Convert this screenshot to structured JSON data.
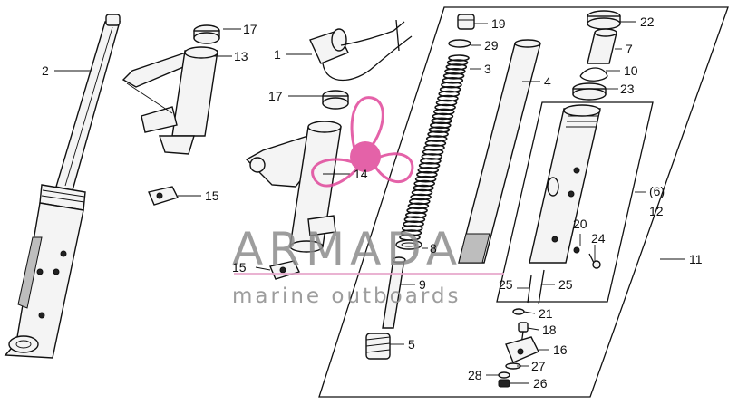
{
  "callouts": {
    "c1": "1",
    "c2": "2",
    "c3": "3",
    "c4": "4",
    "c5": "5",
    "c6": "(6)",
    "c7": "7",
    "c8": "8",
    "c9": "9",
    "c10": "10",
    "c11": "11",
    "c12": "12",
    "c13": "13",
    "c14": "14",
    "c15a": "15",
    "c15b": "15",
    "c16": "16",
    "c17a": "17",
    "c17b": "17",
    "c18": "18",
    "c19": "19",
    "c20": "20",
    "c21": "21",
    "c22": "22",
    "c23": "23",
    "c24": "24",
    "c25a": "25",
    "c25b": "25",
    "c26": "26",
    "c27": "27",
    "c28": "28",
    "c29": "29"
  },
  "watermark": {
    "brand": "ARMADA",
    "tagline": "marine outboards",
    "colors": {
      "logo_pink": "#e0479a",
      "text_grey": "#8c8c8c",
      "rule_pink": "#e7a6cb"
    }
  }
}
